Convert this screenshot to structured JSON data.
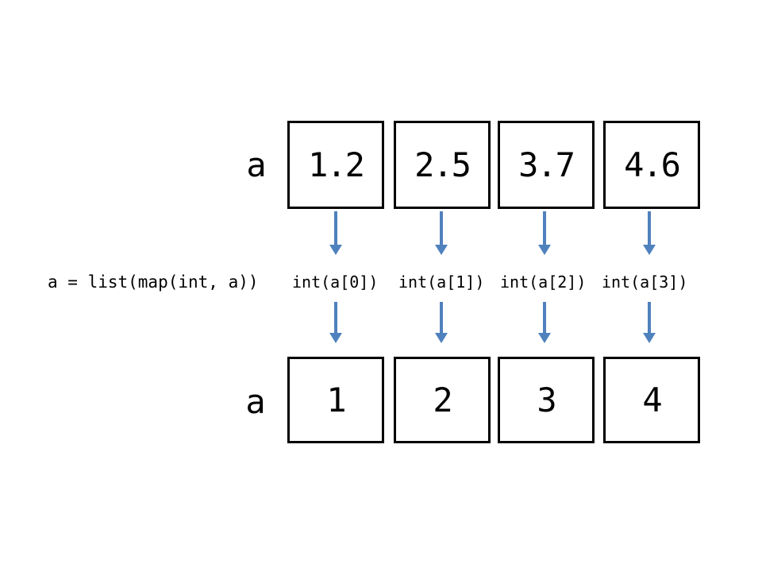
{
  "diagram": {
    "top_row": {
      "label": "a",
      "values": [
        "1.2",
        "2.5",
        "3.7",
        "4.6"
      ]
    },
    "bottom_row": {
      "label": "a",
      "values": [
        "1",
        "2",
        "3",
        "4"
      ]
    },
    "code_label": "a = list(map(int, a))",
    "operations": [
      "int(a[0])",
      "int(a[1])",
      "int(a[2])",
      "int(a[3])"
    ],
    "colors": {
      "background": "#FFFFFF",
      "text": "#000000",
      "box_border": "#000000",
      "arrow": "#4F81BD"
    }
  }
}
